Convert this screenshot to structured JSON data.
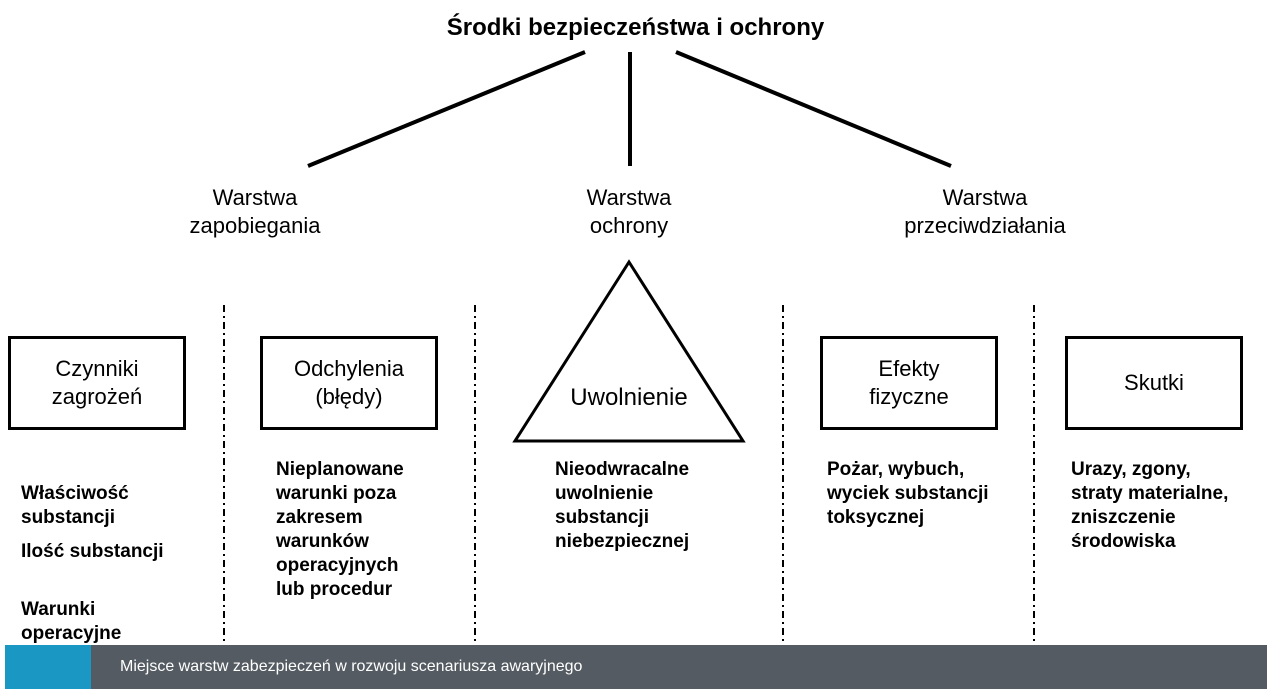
{
  "title": "Środki bezpieczeństwa i ochrony",
  "layers": [
    {
      "label": "Warstwa\nzapobiegania"
    },
    {
      "label": "Warstwa\nochrony"
    },
    {
      "label": "Warstwa\nprzeciwdziałania"
    }
  ],
  "stages": [
    {
      "label": "Czynniki\nzagrożeń"
    },
    {
      "label": "Odchylenia\n(błędy)"
    },
    {
      "label": "Uwolnienie"
    },
    {
      "label": "Efekty\nfizyczne"
    },
    {
      "label": "Skutki"
    }
  ],
  "descriptions": {
    "hazards": [
      "Właściwość\nsubstancji",
      "Ilość substancji",
      "Warunki\noperacyjne\ni aparaturowe"
    ],
    "deviations": "Nieplanowane\nwarunki poza\nzakresem\nwarunków\noperacyjnych\nlub procedur",
    "release": "Nieodwracalne\nuwolnienie\nsubstancji\nniebezpiecznej",
    "effects": "Pożar, wybuch,\nwyciek substancji\ntoksycznej",
    "consequences": "Urazy, zgony,\nstraty materialne,\nzniszczenie\nśrodowiska"
  },
  "caption": "Miejsce warstw zabezpieczeń w rozwoju scenariusza awaryjnego",
  "colors": {
    "caption_bar": "#545b62",
    "caption_accent": "#1b97c4"
  }
}
